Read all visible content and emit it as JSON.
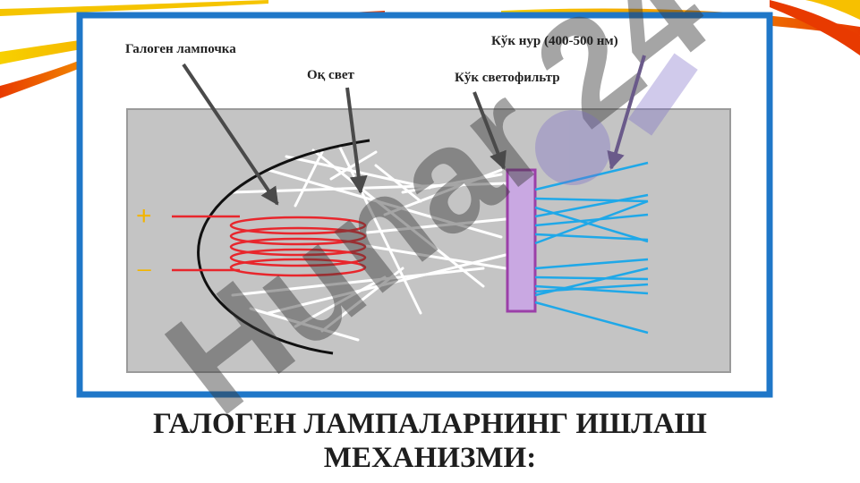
{
  "labels": {
    "halogen_lamp": "Галоген лампочка",
    "white_light": "Оқ свет",
    "blue_filter": "Кўк светофильтр",
    "blue_ray": "Кўк нур (400-500 нм)",
    "plus": "+",
    "minus": "_"
  },
  "watermark": "Hunar 24",
  "title": {
    "line1": "ГАЛОГЕН ЛАМПАЛАРНИНГ ИШЛАШ",
    "line2": "МЕХАНИЗМИ:"
  },
  "colors": {
    "frame": "#1f77c8",
    "panel": "#c4c4c4",
    "coil": "#e8262c",
    "filter_fill": "#c9a8e2",
    "filter_stroke": "#9b3fa8",
    "blue_ray": "#1fa8e8",
    "plus_sign": "#f2b400",
    "watermark": "#3a3a3a"
  }
}
